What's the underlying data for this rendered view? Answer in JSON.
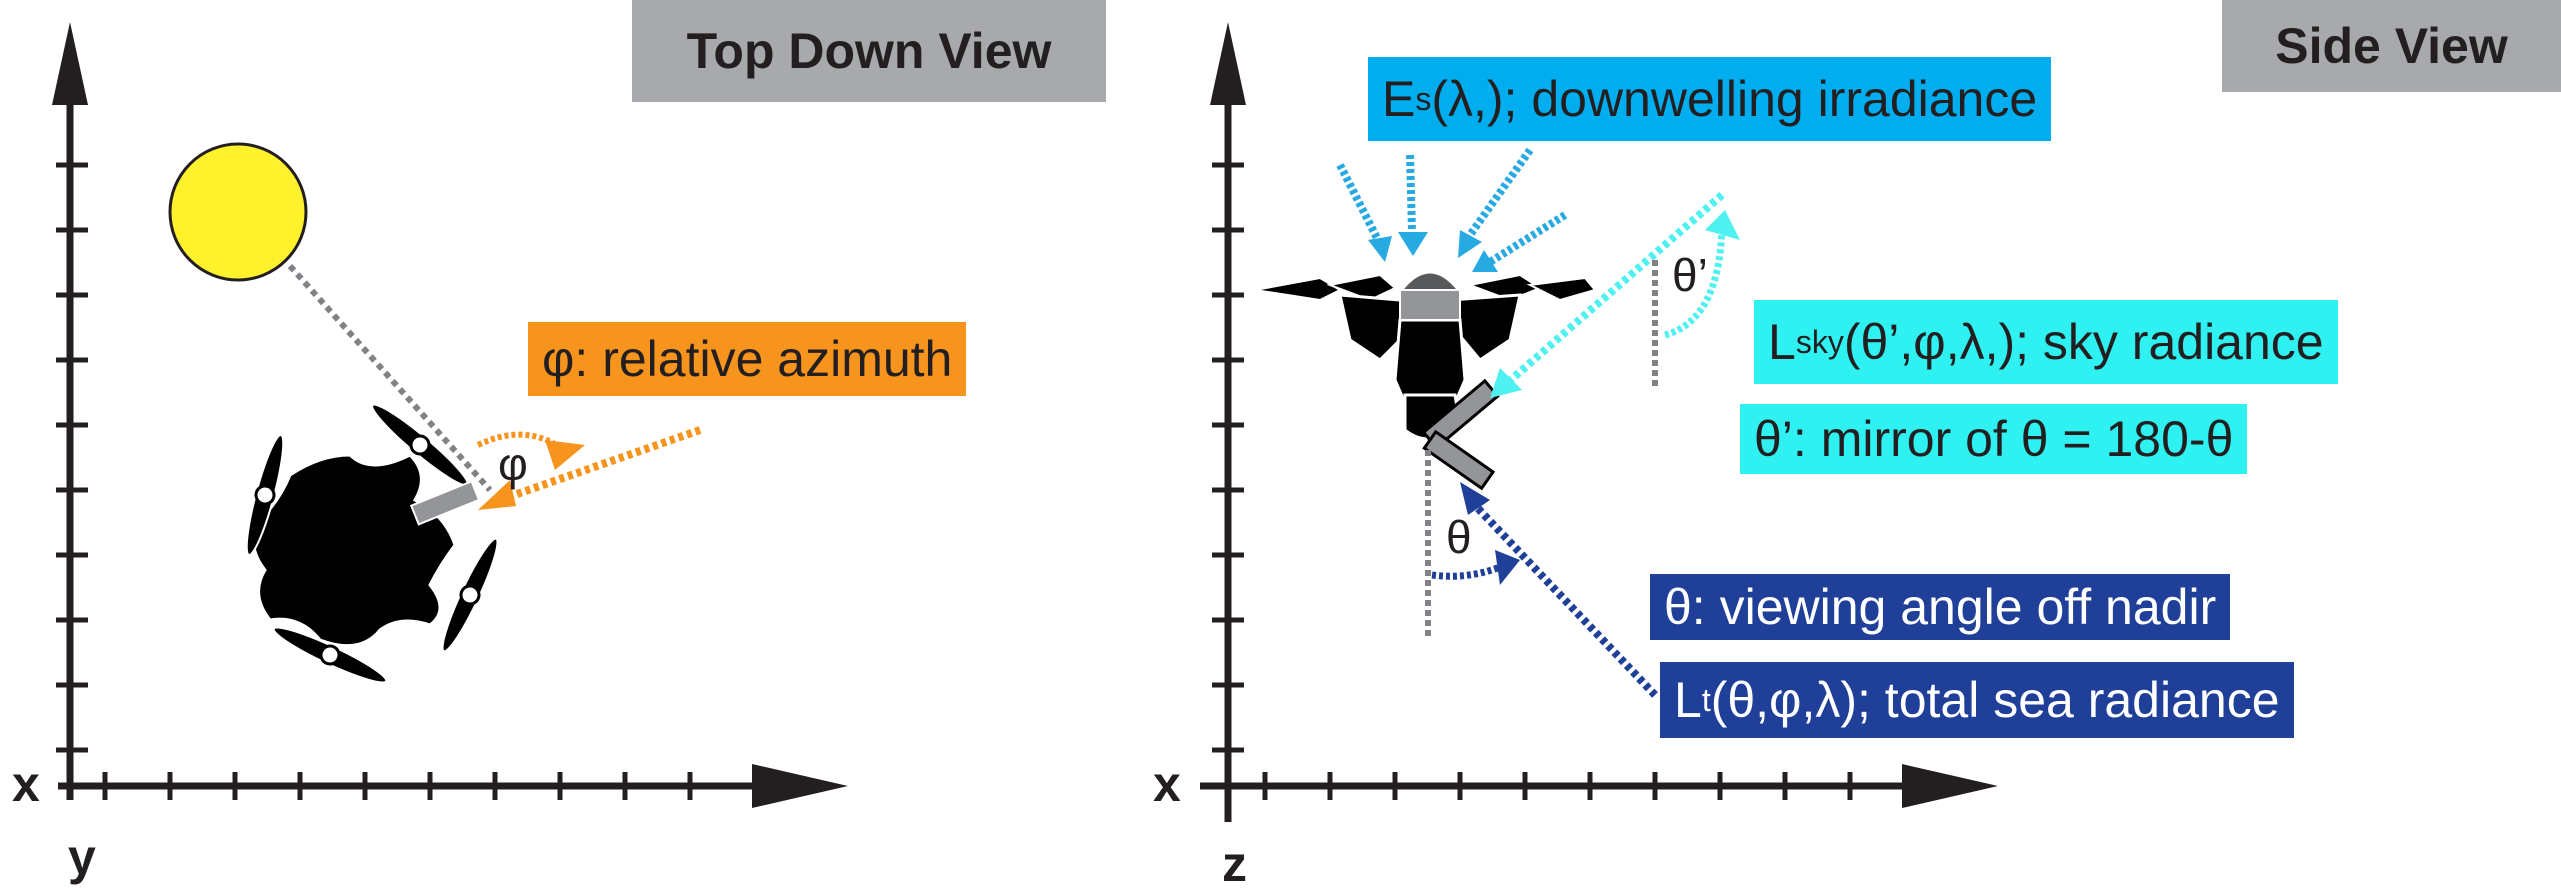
{
  "top_view": {
    "title": "Top Down View",
    "axis_x": "x",
    "axis_y": "y",
    "azimuth_symbol": "φ",
    "azimuth_label": "φ: relative azimuth"
  },
  "side_view": {
    "title": "Side View",
    "axis_x": "x",
    "axis_z": "z",
    "irradiance": {
      "symbol": "E",
      "sub": "s",
      "rest": "(λ,); downwelling irradiance"
    },
    "sky_radiance": {
      "symbol": "L",
      "sub": "sky",
      "rest": "(θ’,φ,λ,); sky radiance"
    },
    "mirror_label": "θ’: mirror of θ = 180-θ",
    "viewing_label": "θ: viewing angle off nadir",
    "sea_radiance": {
      "symbol": "L",
      "sub": "t",
      "rest": "(θ,φ,λ); total sea radiance"
    },
    "theta_symbol": "θ",
    "theta_prime_symbol": "θ’"
  },
  "colors": {
    "sun": "#fff22d",
    "orange": "#f7941d",
    "light_blue": "#27aae1",
    "cyan": "#4ff0f0",
    "navy": "#1f3f99",
    "title_gray": "#a7a9ac"
  }
}
